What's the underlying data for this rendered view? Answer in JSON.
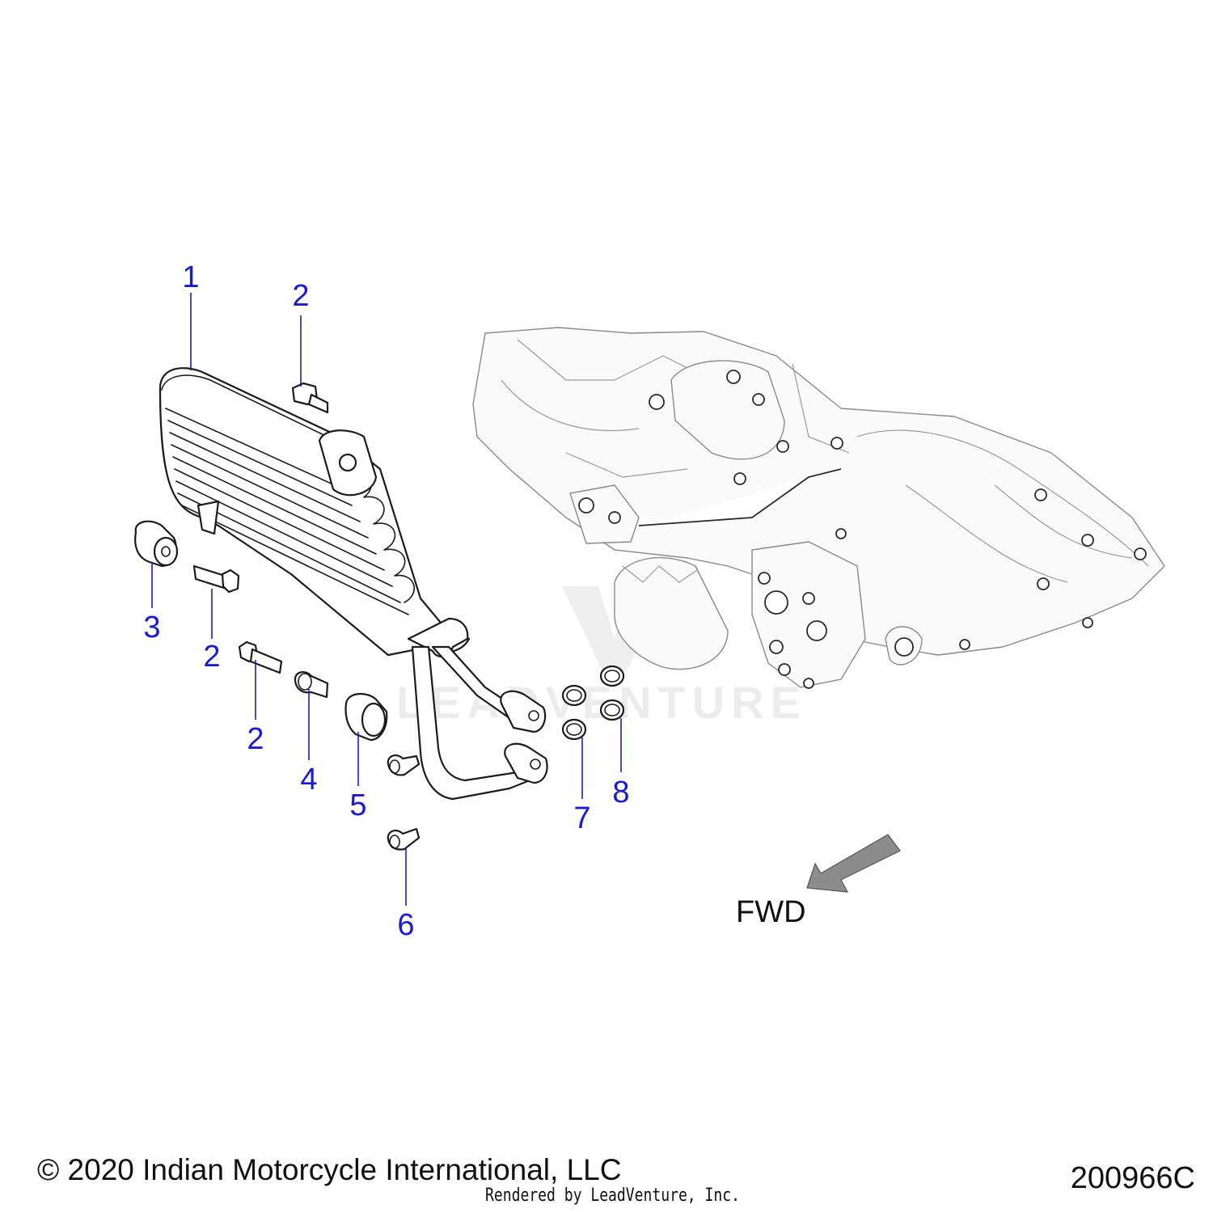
{
  "callouts": [
    {
      "id": "c1",
      "label": "1"
    },
    {
      "id": "c2a",
      "label": "2"
    },
    {
      "id": "c3",
      "label": "3"
    },
    {
      "id": "c2b",
      "label": "2"
    },
    {
      "id": "c2c",
      "label": "2"
    },
    {
      "id": "c4",
      "label": "4"
    },
    {
      "id": "c5",
      "label": "5"
    },
    {
      "id": "c6",
      "label": "6"
    },
    {
      "id": "c7",
      "label": "7"
    },
    {
      "id": "c8",
      "label": "8"
    }
  ],
  "direction": {
    "label": "FWD",
    "icon": "forward-arrow-icon"
  },
  "watermark": {
    "text": "LEADVENTURE",
    "logo": "leadventure-logo"
  },
  "footer": {
    "copyright": "© 2020 Indian Motorcycle International, LLC",
    "rendered_by": "Rendered by LeadVenture, Inc.",
    "drawing_number": "200966C"
  },
  "colors": {
    "callout": "#1a1ad6",
    "linework": "#1b1b1b",
    "arrow": "#8c8c8c"
  }
}
